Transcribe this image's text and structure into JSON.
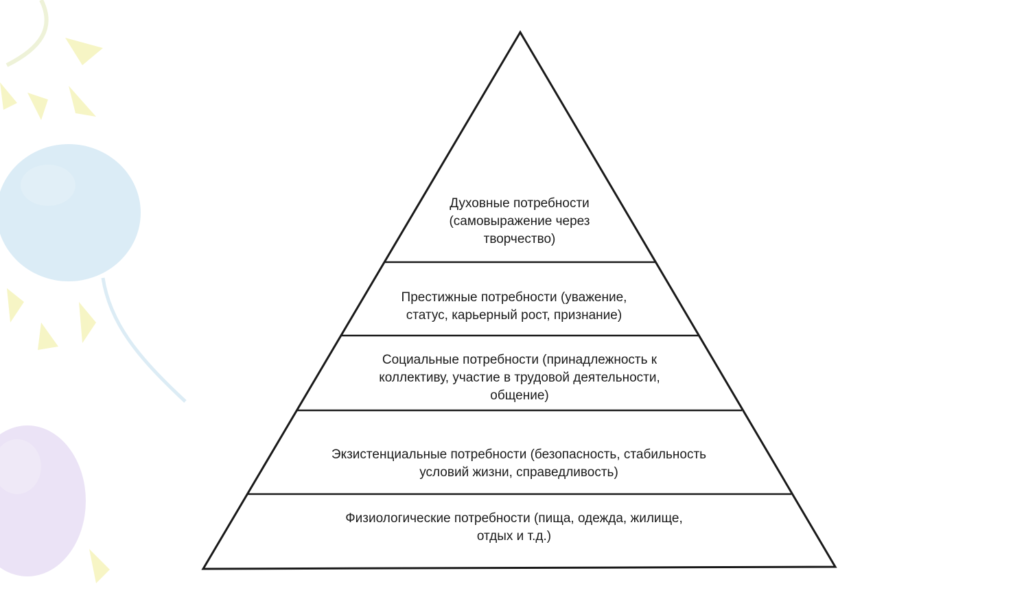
{
  "diagram": {
    "levels": [
      {
        "id": "spiritual",
        "lines": [
          "Духовные потребности",
          "(самовыражение через",
          "творчество)"
        ]
      },
      {
        "id": "prestige",
        "lines": [
          "Престижные потребности (уважение,",
          "статус, карьерный рост, признание)"
        ]
      },
      {
        "id": "social",
        "lines": [
          "Социальные потребности (принадлежность к",
          "коллективу, участие в трудовой деятельности,",
          "общение)"
        ]
      },
      {
        "id": "existential",
        "lines": [
          "Экзистенциальные потребности (безопасность, стабильность",
          "условий жизни, справедливость)"
        ]
      },
      {
        "id": "physiological",
        "lines": [
          "Физиологические потребности  (пища, одежда, жилище,",
          "отдых и т.д.)"
        ]
      }
    ]
  },
  "colors": {
    "outline": "#1a1a1a",
    "text": "#1a1a1a",
    "balloon_blue": "#cfe6f3",
    "balloon_purple": "#e6dcf4",
    "sun_rays": "#f6f4bf"
  }
}
